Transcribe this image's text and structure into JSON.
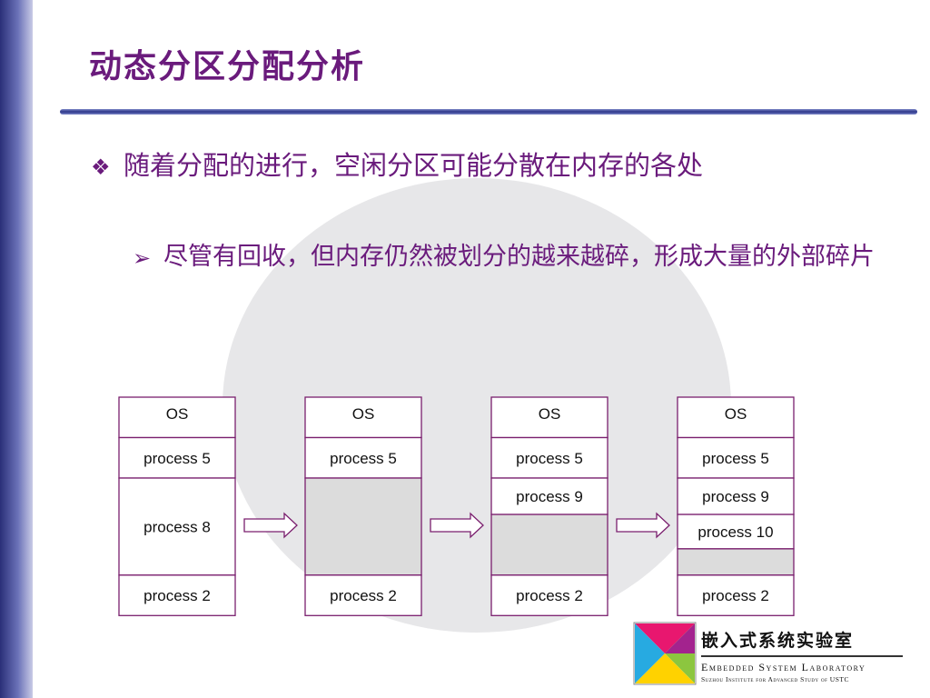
{
  "slide": {
    "title": "动态分区分配分析",
    "bullets": [
      {
        "marker": "❖",
        "text": "随着分配的进行，空闲分区可能分散在内存的各处"
      },
      {
        "marker": "➢",
        "text": "尽管有回收，但内存仍然被划分的越来越碎，形成大量的外部碎片"
      }
    ]
  },
  "colors": {
    "title": "#6a1b7c",
    "block_border": "#7a1f6e",
    "free_fill": "#dcdcdc",
    "sidebar": "#2a2f78"
  },
  "diagram": {
    "stages": [
      {
        "blocks": [
          {
            "label": "OS",
            "size": 1
          },
          {
            "label": "process 5",
            "size": 1
          },
          {
            "label": "process 8",
            "size": 2.4
          },
          {
            "label": "process 2",
            "size": 1
          }
        ]
      },
      {
        "blocks": [
          {
            "label": "OS",
            "size": 1
          },
          {
            "label": "process 5",
            "size": 1
          },
          {
            "label": "",
            "size": 2.4,
            "free": true
          },
          {
            "label": "process 2",
            "size": 1
          }
        ]
      },
      {
        "blocks": [
          {
            "label": "OS",
            "size": 1
          },
          {
            "label": "process 5",
            "size": 1
          },
          {
            "label": "process 9",
            "size": 0.9
          },
          {
            "label": "",
            "size": 1.5,
            "free": true
          },
          {
            "label": "process 2",
            "size": 1
          }
        ]
      },
      {
        "blocks": [
          {
            "label": "OS",
            "size": 1
          },
          {
            "label": "process 5",
            "size": 1
          },
          {
            "label": "process 9",
            "size": 0.9
          },
          {
            "label": "process 10",
            "size": 0.85
          },
          {
            "label": "",
            "size": 0.65,
            "free": true
          },
          {
            "label": "process 2",
            "size": 1
          }
        ]
      }
    ]
  },
  "logo": {
    "name_cn": "嵌入式系统实验室",
    "name_en": "Embedded System Laboratory",
    "institute": "Suzhou Institute for Advanced Study of USTC"
  }
}
